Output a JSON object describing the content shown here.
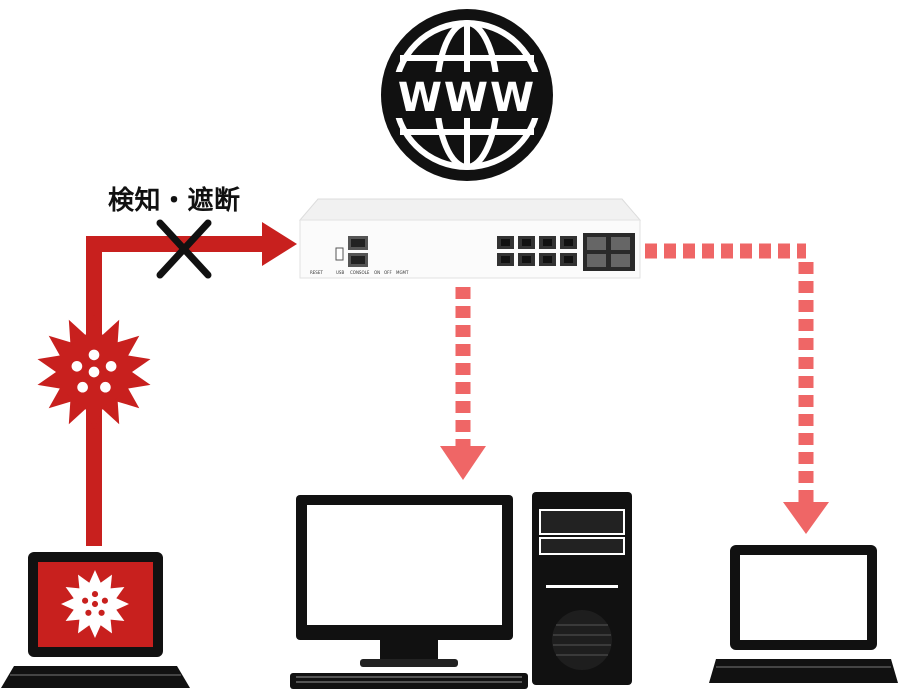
{
  "caption": "検知・遮断",
  "globe": {
    "label": "WWW"
  },
  "router": {
    "labels": {
      "reset": "RESET",
      "usb": "USB",
      "console": "CONSOLE",
      "mgmt": "MGMT",
      "on": "ON",
      "off": "OFF"
    }
  },
  "colors": {
    "threat": "#c8201e",
    "safe_flow": "#ef6666",
    "outline": "#111111",
    "block_mark": "#111111"
  },
  "icons": {
    "globe": "globe-www-icon",
    "router": "router-appliance-icon",
    "virus": "virus-icon",
    "infected_laptop": "infected-laptop-icon",
    "desktop": "desktop-pc-icon",
    "tower": "pc-tower-icon",
    "laptop": "laptop-icon",
    "block": "block-x-icon"
  }
}
